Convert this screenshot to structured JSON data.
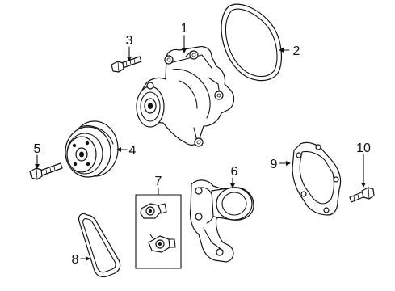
{
  "callouts": [
    {
      "id": "1",
      "label": "1"
    },
    {
      "id": "2",
      "label": "2"
    },
    {
      "id": "3",
      "label": "3"
    },
    {
      "id": "4",
      "label": "4"
    },
    {
      "id": "5",
      "label": "5"
    },
    {
      "id": "6",
      "label": "6"
    },
    {
      "id": "7",
      "label": "7"
    },
    {
      "id": "8",
      "label": "8"
    },
    {
      "id": "9",
      "label": "9"
    },
    {
      "id": "10",
      "label": "10"
    }
  ],
  "parts": {
    "water_pump": {
      "callout": "1"
    },
    "o_ring_seal": {
      "callout": "2"
    },
    "pump_bolt": {
      "callout": "3"
    },
    "pulley": {
      "callout": "4"
    },
    "pulley_bolt": {
      "callout": "5"
    },
    "thermostat_housing": {
      "callout": "6"
    },
    "hose_clamp_kit": {
      "callout": "7"
    },
    "drive_belt": {
      "callout": "8"
    },
    "housing_gasket": {
      "callout": "9"
    },
    "housing_bolt": {
      "callout": "10"
    }
  },
  "colors": {
    "line": "#111111",
    "background": "#ffffff"
  }
}
